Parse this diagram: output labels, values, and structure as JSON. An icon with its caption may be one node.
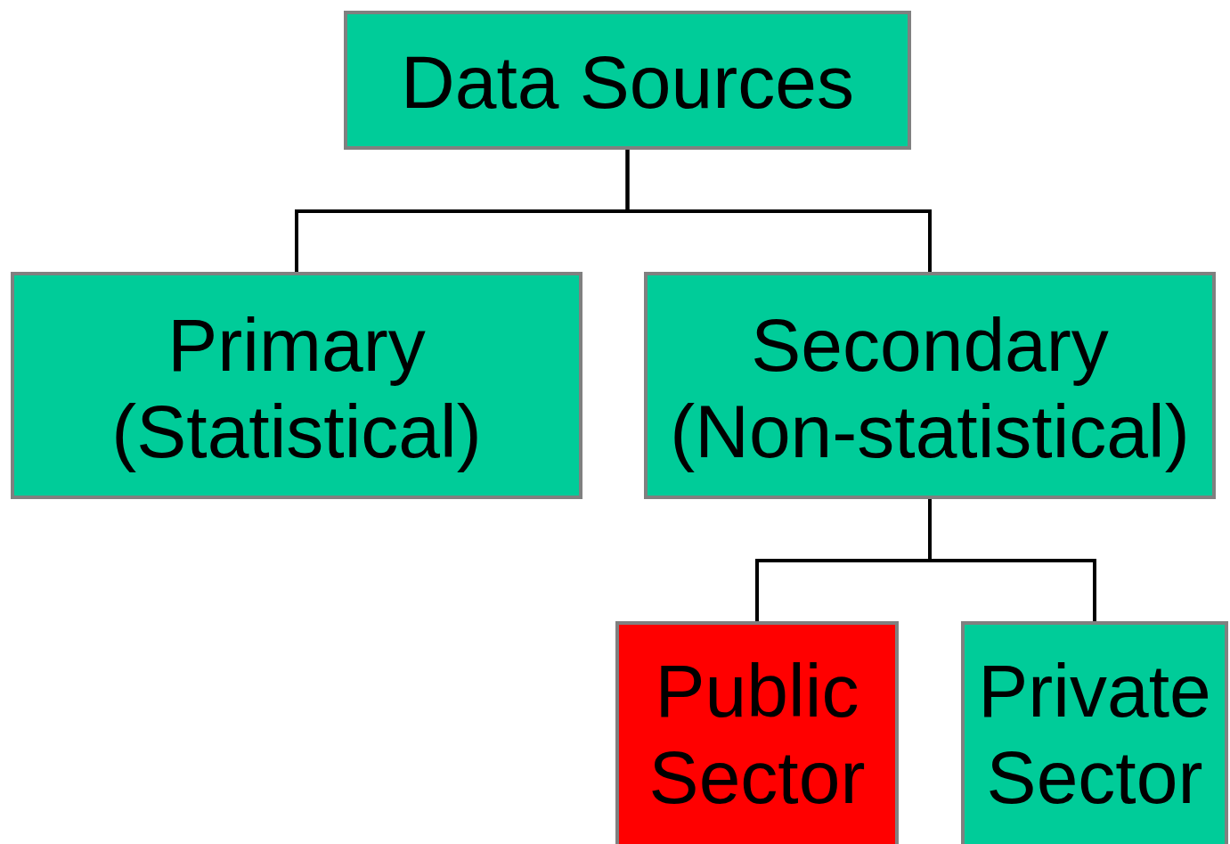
{
  "diagram": {
    "nodes": [
      {
        "text": [
          "Data Sources"
        ]
      },
      {
        "text": [
          "Primary (Statistical)"
        ]
      },
      {
        "text": [
          "Secondary (Non-statistical)"
        ]
      },
      {
        "text": [
          "Public Sector"
        ]
      },
      {
        "text": [
          "Private Sector"
        ]
      }
    ],
    "edges": [
      {
        "from": 0,
        "to": 1,
        "arrow": "none"
      },
      {
        "from": 0,
        "to": 2,
        "arrow": "none"
      },
      {
        "from": 2,
        "to": 3,
        "arrow": "none"
      },
      {
        "from": 2,
        "to": 4,
        "arrow": "none"
      }
    ]
  }
}
